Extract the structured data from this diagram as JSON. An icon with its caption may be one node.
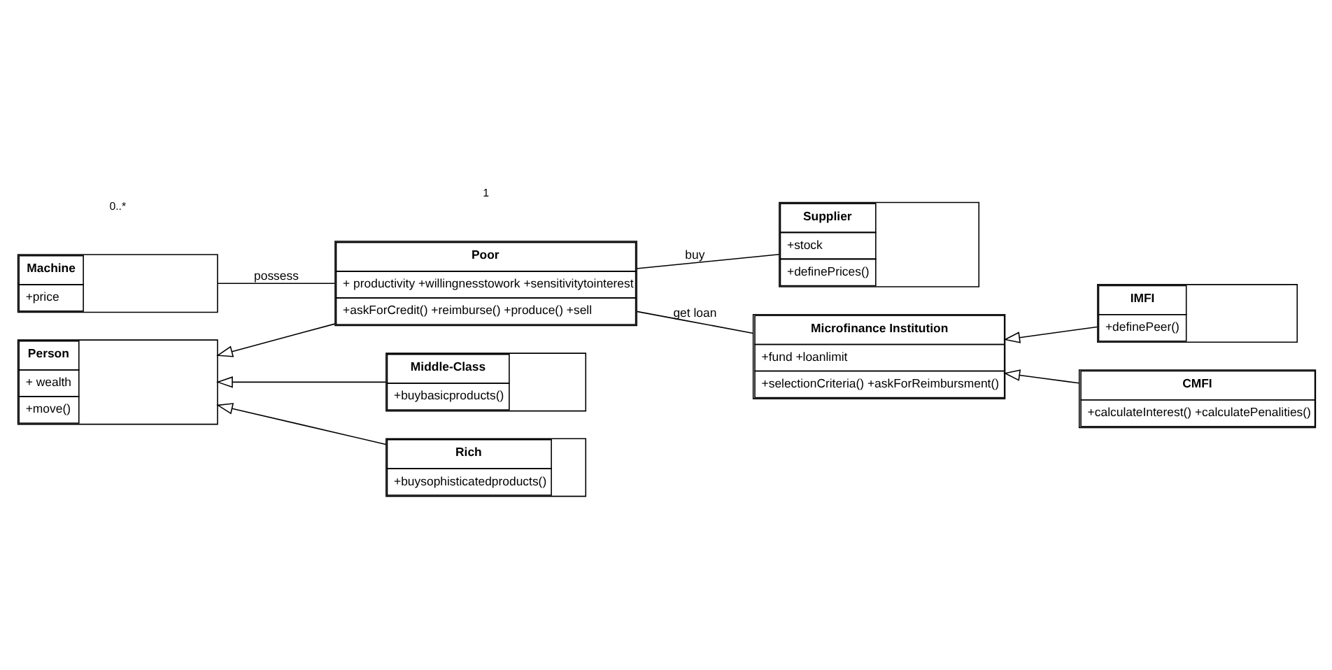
{
  "diagram": {
    "nodes": [
      {
        "text": [
          "Machine",
          "+price"
        ]
      },
      {
        "text": [
          "Poor",
          "+ productivity +willingnesstowork +sensitivitytointerest",
          "+askForCredit() +reimburse() +produce() +sell"
        ]
      },
      {
        "text": [
          "Supplier",
          "+stock",
          "+definePrices()"
        ]
      },
      {
        "text": [
          "Person",
          "+ wealth",
          "+move()"
        ]
      },
      {
        "text": [
          "Middle-Class",
          "+buybasicproducts()"
        ]
      },
      {
        "text": [
          "Microfinance Institution",
          "+fund +loanlimit",
          "+selectionCriteria() +askForReimbursment()"
        ]
      },
      {
        "text": [
          "Rich",
          "+buysophisticatedproducts()"
        ]
      },
      {
        "text": [
          "IMFI",
          "+definePeer()"
        ]
      },
      {
        "text": [
          "CMFI",
          "+calculateInterest() +calculatePenalities()"
        ]
      }
    ],
    "edges": [
      {
        "from": 0,
        "to": 1,
        "arrow": "none",
        "label": "possess"
      },
      {
        "from": 1,
        "to": 2,
        "arrow": "none",
        "label": "buy"
      },
      {
        "from": 1,
        "to": 5,
        "arrow": "none",
        "label": "get loan"
      },
      {
        "from": 1,
        "to": 3,
        "arrow": "to"
      },
      {
        "from": 4,
        "to": 3,
        "arrow": "to"
      },
      {
        "from": 6,
        "to": 3,
        "arrow": "to"
      },
      {
        "from": 7,
        "to": 5,
        "arrow": "to"
      },
      {
        "from": 8,
        "to": 5,
        "arrow": "to"
      }
    ],
    "labels": [
      "0..*",
      "1"
    ]
  }
}
